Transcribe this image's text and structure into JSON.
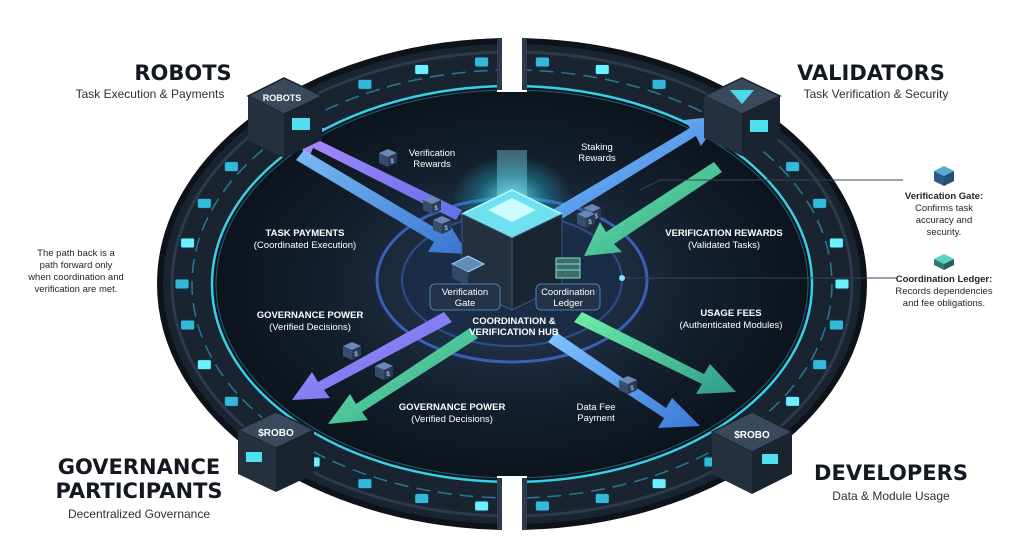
{
  "corners": {
    "robots": {
      "title": "ROBOTS",
      "subtitle": "Task Execution & Payments"
    },
    "validators": {
      "title": "VALIDATORS",
      "subtitle": "Task Verification & Security"
    },
    "governance": {
      "title_line1": "GOVERNANCE",
      "title_line2": "PARTICIPANTS",
      "subtitle": "Decentralized Governance"
    },
    "developers": {
      "title": "DEVELOPERS",
      "subtitle": "Data & Module Usage"
    }
  },
  "nodes": {
    "robots": "ROBOTS",
    "governance": "$ROBO",
    "developers": "$ROBO"
  },
  "hub": {
    "title_line1": "COORDINATION &",
    "title_line2": "VERIFICATION HUB",
    "gate_line1": "Verification",
    "gate_line2": "Gate",
    "ledger_line1": "Coordination",
    "ledger_line2": "Ledger"
  },
  "flows": {
    "verification_rewards_top": {
      "line1": "Verification",
      "line2": "Rewards"
    },
    "staking_rewards": {
      "line1": "Staking",
      "line2": "Rewards"
    },
    "task_payments": {
      "title": "TASK PAYMENTS",
      "sub": "(Coordinated Execution)"
    },
    "verification_rewards_right": {
      "title": "VERIFICATION REWARDS",
      "sub": "(Validated Tasks)"
    },
    "governance_power_left": {
      "title": "GOVERNANCE POWER",
      "sub": "(Verified Decisions)"
    },
    "usage_fees": {
      "title": "USAGE FEES",
      "sub": "(Authenticated Modules)"
    },
    "governance_power_bottom": {
      "title": "GOVERNANCE POWER",
      "sub": "(Verified Decisions)"
    },
    "data_fee": {
      "line1": "Data Fee",
      "line2": "Payment"
    }
  },
  "side_notes": {
    "left": [
      "The path back is a",
      "path forward only",
      "when coordination and",
      "verification are met."
    ],
    "verification_gate": {
      "title": "Verification Gate:",
      "lines": [
        "Confirms task",
        "accuracy and",
        "security."
      ]
    },
    "coordination_ledger": {
      "title": "Coordination Ledger:",
      "lines": [
        "Records dependencies",
        "and fee obligations."
      ]
    }
  },
  "colors": {
    "ring_dark": "#141c26",
    "ring_glow": "#2fd6e6",
    "arrow_purple": "#8c6cf0",
    "arrow_blue": "#4aa3f0",
    "arrow_green": "#4fd18c",
    "title_text": "#141820"
  },
  "icons": {
    "dollar_cube": "$",
    "validator_logo": "V"
  }
}
